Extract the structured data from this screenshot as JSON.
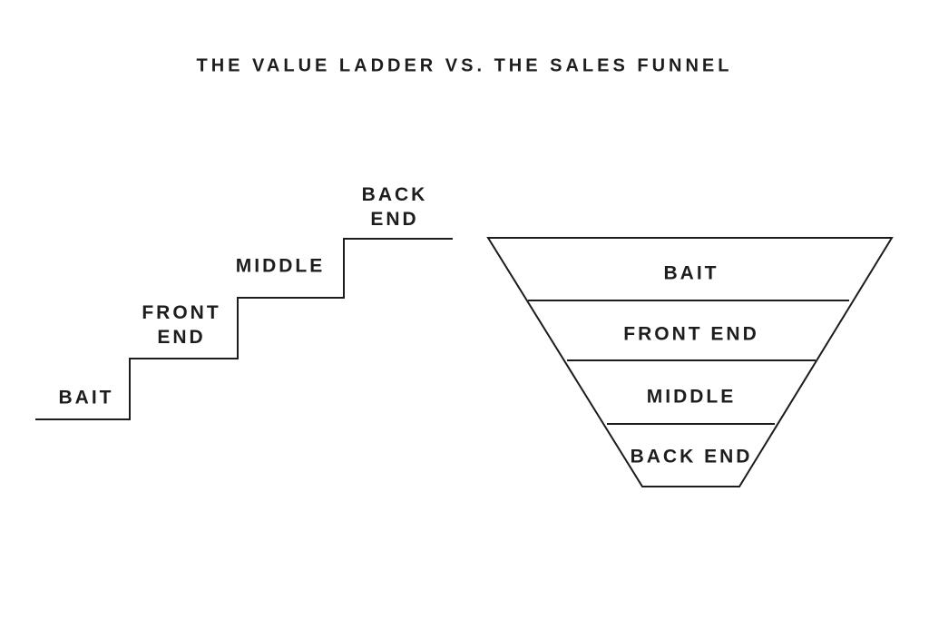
{
  "title": "THE VALUE LADDER VS. THE SALES FUNNEL",
  "colors": {
    "line": "#1c1c1c",
    "text": "#1d1d1d",
    "background": "#ffffff"
  },
  "ladder": {
    "name": "value-ladder",
    "steps": [
      {
        "label": "BAIT"
      },
      {
        "label": "FRONT END"
      },
      {
        "label": "MIDDLE"
      },
      {
        "label": "BACK END"
      }
    ]
  },
  "funnel": {
    "name": "sales-funnel",
    "levels": [
      {
        "label": "BAIT"
      },
      {
        "label": "FRONT END"
      },
      {
        "label": "MIDDLE"
      },
      {
        "label": "BACK END"
      }
    ]
  }
}
